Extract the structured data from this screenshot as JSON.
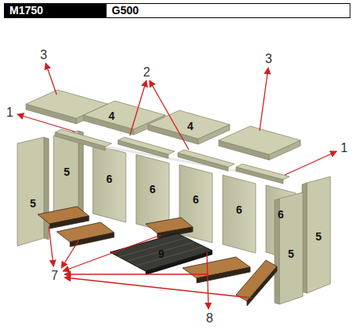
{
  "diagram": {
    "labels": [
      "M1750",
      "G500",
      "3",
      "2",
      "3",
      "1",
      "4",
      "4",
      "1",
      "5",
      "5",
      "6",
      "6",
      "6",
      "6",
      "6",
      "5",
      "5",
      "9",
      "7",
      "8"
    ]
  }
}
